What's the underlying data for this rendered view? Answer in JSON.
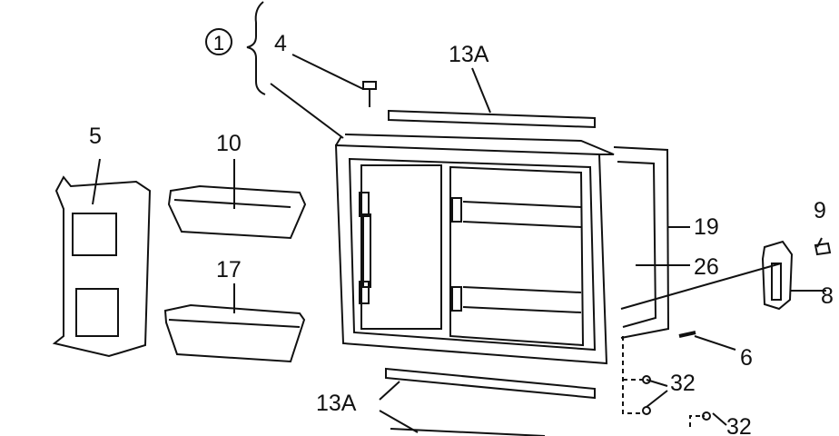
{
  "labels": {
    "assembly": "1",
    "screw_top": "4",
    "hinge_top": "13A",
    "side_bin": "5",
    "shelf_upper": "10",
    "shelf_lower": "17",
    "gasket_outer": "19",
    "panel_inner": "26",
    "screw_handle": "9",
    "handle": "8",
    "pin": "6",
    "screws_a": "32",
    "hinge_bottom": "13A",
    "screws_b": "32"
  }
}
